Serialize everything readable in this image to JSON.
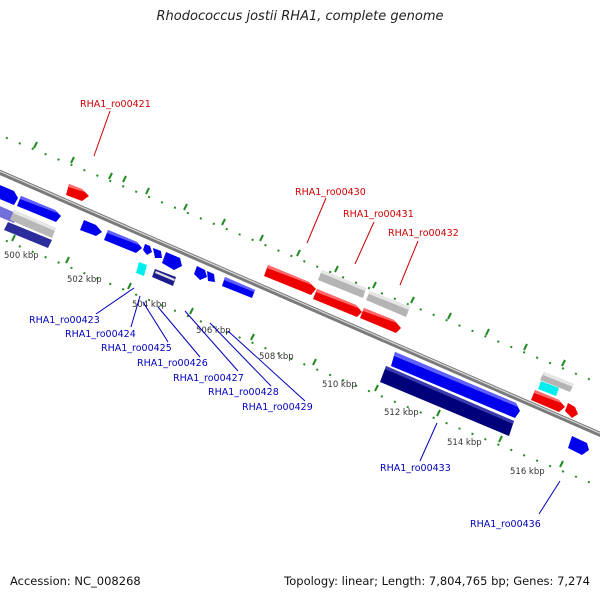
{
  "title": "Rhodococcus jostii RHA1, complete genome",
  "colors": {
    "background": "#ffffff",
    "axis": "#808080",
    "axis_highlight": "#d8d8d8",
    "tick": "#228b22",
    "gene_red": "#ee0000",
    "gene_blue": "#0000ee",
    "gene_navy": "#00007a",
    "gene_gray": "#b4b4b4",
    "gene_cyan": "#00eeee",
    "gene_slate": "#6a6ad0",
    "label_red": "#cc0000",
    "label_blue": "#0000bb"
  },
  "kbp_labels": [
    {
      "text": "500 kbp"
    },
    {
      "text": "502 kbp"
    },
    {
      "text": "504 kbp"
    },
    {
      "text": "506 kbp"
    },
    {
      "text": "508 kbp"
    },
    {
      "text": "510 kbp"
    },
    {
      "text": "512 kbp"
    },
    {
      "text": "514 kbp"
    },
    {
      "text": "516 kbp"
    }
  ],
  "gene_labels_top": [
    {
      "text": "RHA1_ro00421"
    },
    {
      "text": "RHA1_ro00430"
    },
    {
      "text": "RHA1_ro00431"
    },
    {
      "text": "RHA1_ro00432"
    }
  ],
  "gene_labels_bottom": [
    {
      "text": "RHA1_ro00423"
    },
    {
      "text": "RHA1_ro00424"
    },
    {
      "text": "RHA1_ro00425"
    },
    {
      "text": "RHA1_ro00426"
    },
    {
      "text": "RHA1_ro00427"
    },
    {
      "text": "RHA1_ro00428"
    },
    {
      "text": "RHA1_ro00429"
    },
    {
      "text": "RHA1_ro00433"
    },
    {
      "text": "RHA1_ro00436"
    }
  ],
  "footer": {
    "accession": "Accession: NC_008268",
    "summary": "Topology: linear; Length: 7,804,765 bp; Genes: 7,274"
  }
}
